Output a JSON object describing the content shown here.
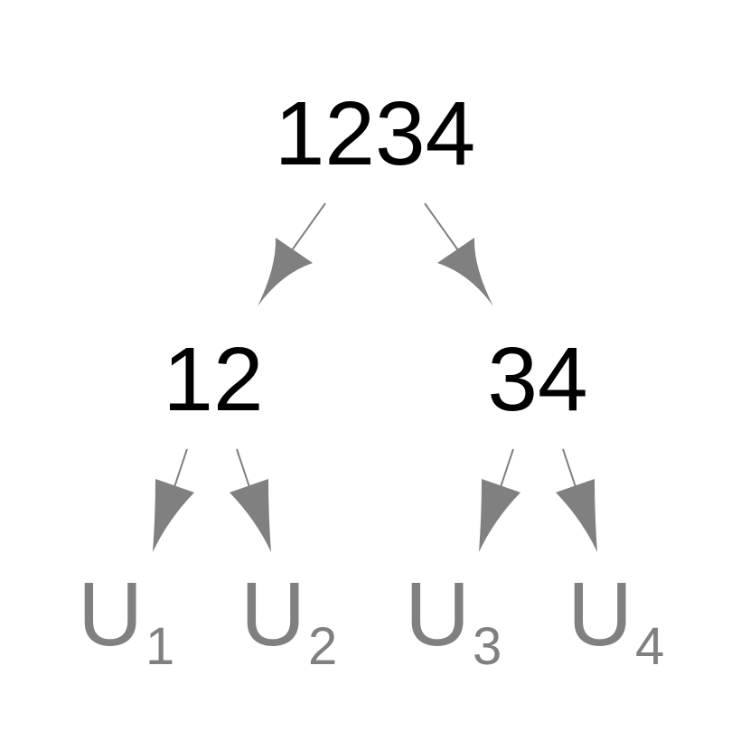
{
  "colors": {
    "node_text": "#000000",
    "leaf_text": "#808080",
    "edge": "#808080"
  },
  "nodes": {
    "root": {
      "label": "1234"
    },
    "left": {
      "label": "12"
    },
    "right": {
      "label": "34"
    }
  },
  "leaves": [
    {
      "base": "U",
      "sub": "1"
    },
    {
      "base": "U",
      "sub": "2"
    },
    {
      "base": "U",
      "sub": "3"
    },
    {
      "base": "U",
      "sub": "4"
    }
  ],
  "edges": [
    {
      "from": "root",
      "to": "left"
    },
    {
      "from": "root",
      "to": "right"
    },
    {
      "from": "left",
      "to": "leaf-1"
    },
    {
      "from": "left",
      "to": "leaf-2"
    },
    {
      "from": "right",
      "to": "leaf-3"
    },
    {
      "from": "right",
      "to": "leaf-4"
    }
  ]
}
